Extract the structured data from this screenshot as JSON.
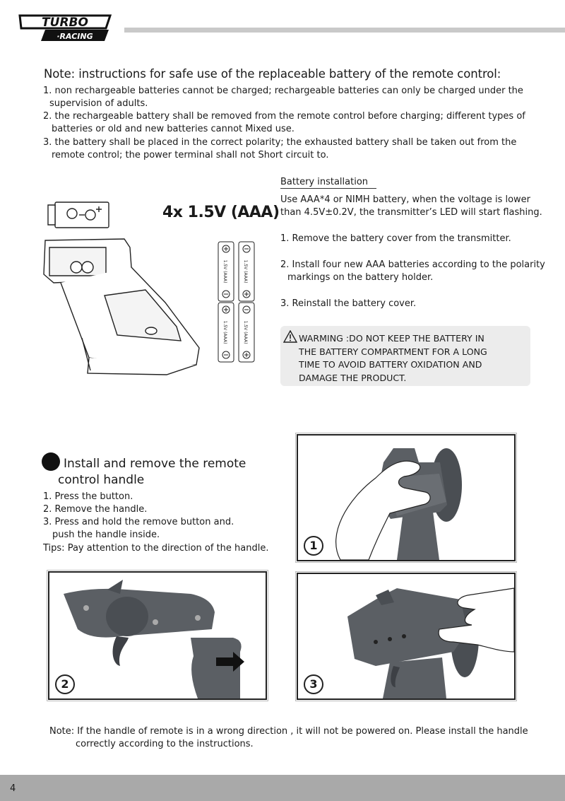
{
  "header": {
    "logo_top": "TURBO",
    "logo_bottom": "·RACING"
  },
  "note_section": {
    "title": "Note: instructions for safe use of the replaceable battery of the remote control:",
    "items": [
      [
        "1. non rechargeable batteries cannot be charged; rechargeable batteries can only be charged under the",
        "supervision of adults."
      ],
      [
        "2. the rechargeable battery shall be removed from the remote control before charging; different types of",
        "batteries or old and new batteries cannot Mixed use."
      ],
      [
        "3. the battery shall be placed in the correct polarity; the exhausted battery shall be taken out from the",
        "remote control; the power terminal shall not Short circuit to."
      ]
    ]
  },
  "battery": {
    "heading": "4x 1.5V (AAA)",
    "cell_label": "1.5V (AAA)",
    "installation_title": "Battery installation",
    "intro": [
      "Use AAA*4 or NIMH battery, when the voltage is lower",
      "than 4.5V±0.2V, the transmitter’s LED will start flashing."
    ],
    "steps": [
      [
        "1. Remove the battery cover from the transmitter."
      ],
      [
        "2. Install four new AAA batteries according to the polarity",
        "markings on the battery holder."
      ],
      [
        "3. Reinstall the battery cover."
      ]
    ],
    "warning": [
      "WARMING :DO NOT KEEP THE BATTERY IN",
      "THE BATTERY COMPARTMENT FOR A LONG",
      "TIME TO AVOID BATTERY OXIDATION AND",
      "DAMAGE THE PRODUCT."
    ]
  },
  "handle_section": {
    "title": [
      "Install and remove the remote",
      "control handle"
    ],
    "steps": [
      "1. Press the button.",
      "2. Remove the handle.",
      "3. Press and hold the remove button and.",
      "push the handle inside."
    ],
    "tips": "Tips: Pay attention to the direction of the handle.",
    "figure_numbers": [
      "1",
      "2",
      "3"
    ]
  },
  "footer_note": [
    "Note: If the handle of remote is in a wrong direction , it will not be powered on. Please install the handle",
    "correctly according to the instructions."
  ],
  "page_number": "4",
  "colors": {
    "header_bar": "#c9c9c9",
    "footer_bar": "#a9a9a9",
    "warning_box": "#ececec",
    "device_gray": "#5b5f64"
  }
}
